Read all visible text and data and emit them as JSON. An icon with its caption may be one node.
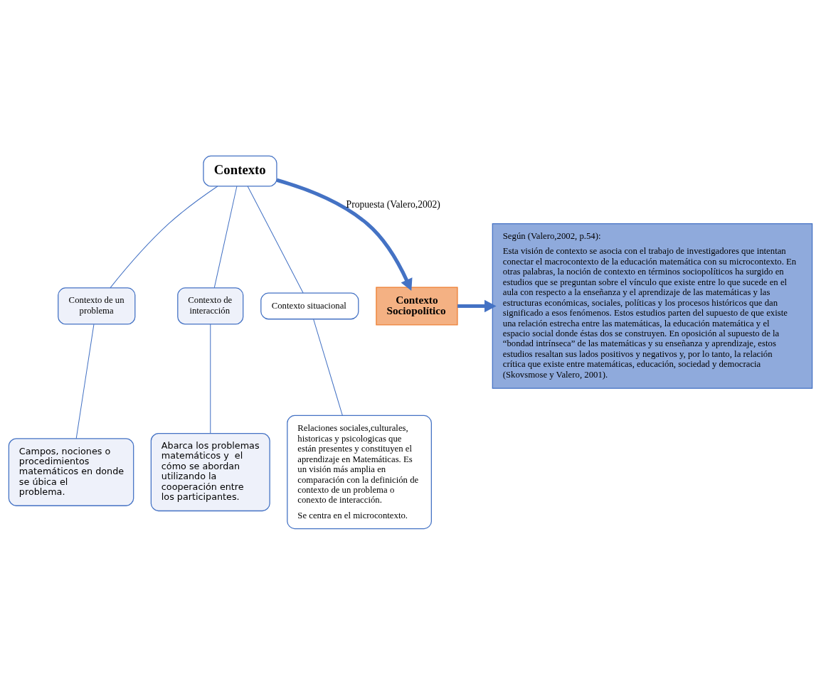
{
  "diagram": {
    "nodes": [
      {
        "text": [
          "Contexto"
        ]
      },
      {
        "text": [
          "Contexto de un problema"
        ]
      },
      {
        "text": [
          "Contexto de interacción"
        ]
      },
      {
        "text": [
          "Contexto situacional"
        ]
      },
      {
        "text": [
          "Campos, nociones o procedimientos matemáticos en donde se úbica el problema."
        ]
      },
      {
        "text": [
          "Abarca los problemas matemáticos y  el cómo se abordan utilizando la cooperación entre los participantes."
        ]
      },
      {
        "text": [
          "Relaciones sociales,culturales, historicas y psicologicas que están presentes y constituyen el aprendizaje en Matemáticas. Es un visión más amplia en comparación con la definición de contexto de un problema o conexto de interacción.",
          "Se centra en el microcontexto."
        ]
      },
      {
        "text": [
          "Contexto Sociopolítico"
        ]
      },
      {
        "text": [
          "Según (Valero,2002, p.54):",
          "Esta visión de contexto se asocia con el trabajo de investigadores que intentan conectar el macrocontexto de la educación matemática con su microcontexto. En otras palabras, la noción de contexto en términos sociopolíticos ha surgido en estudios que se preguntan sobre el vínculo que existe entre lo que sucede en el aula con respecto a la enseñanza y el aprendizaje de las matemáticas y las estructuras económicas, sociales, políticas y los procesos históricos que dan significado a esos fenómenos. Estos estudios parten del supuesto de que existe una relación estrecha entre las matemáticas, la educación matemática y el espacio social donde éstas dos se construyen. En oposición al supuesto de la “bondad intrínseca” de las matemáticas y su enseñanza y aprendizaje, estos estudios resaltan sus lados positivos y negativos y, por lo tanto, la relación crítica que existe entre matemáticas, educación, sociedad y democracia (Skovsmose y Valero, 2001)."
        ]
      }
    ],
    "edges": [
      {
        "from": 0,
        "to": 1,
        "arrow": "none"
      },
      {
        "from": 0,
        "to": 2,
        "arrow": "none"
      },
      {
        "from": 0,
        "to": 3,
        "arrow": "none"
      },
      {
        "from": 1,
        "to": 4,
        "arrow": "none"
      },
      {
        "from": 2,
        "to": 5,
        "arrow": "none"
      },
      {
        "from": 3,
        "to": 6,
        "arrow": "none"
      },
      {
        "from": 0,
        "to": 7,
        "arrow": "to",
        "label": "Propuesta (Valero,2002)",
        "style": "thick"
      },
      {
        "from": 7,
        "to": 8,
        "arrow": "to",
        "style": "thick"
      }
    ]
  }
}
